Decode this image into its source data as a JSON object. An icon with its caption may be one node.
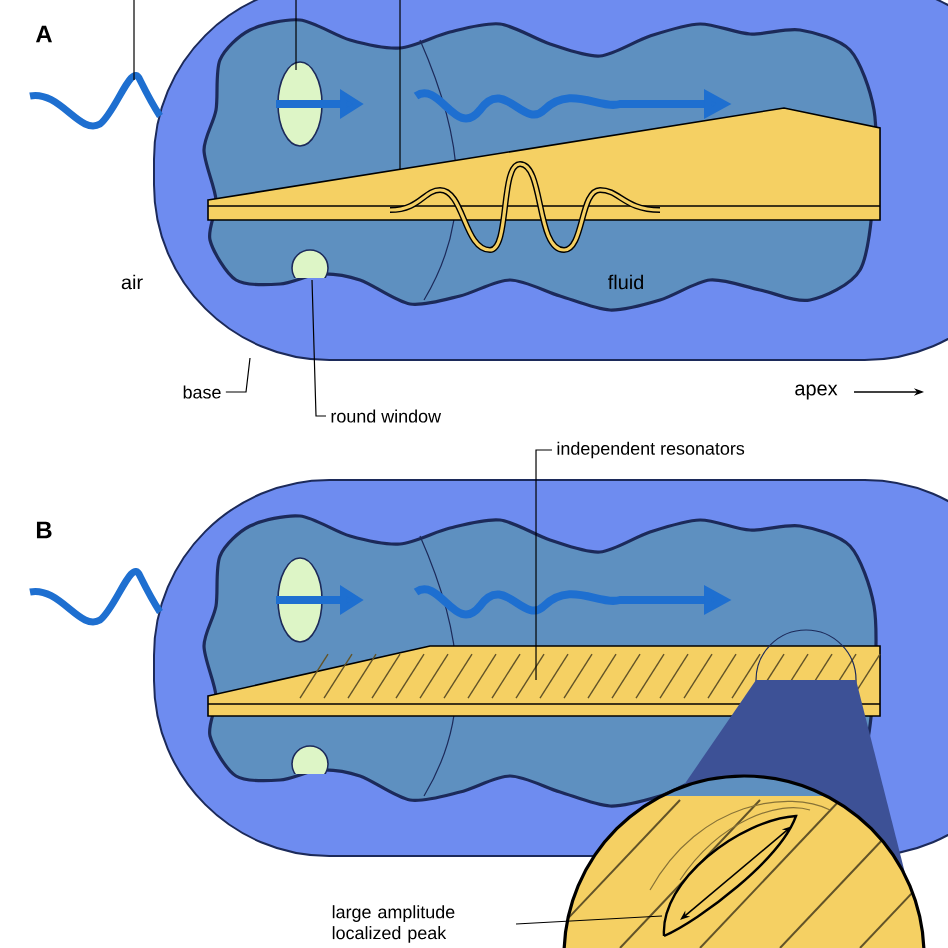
{
  "diagram": {
    "nodes": [
      {
        "text": [
          "base"
        ]
      },
      {
        "text": [
          "round window"
        ]
      },
      {
        "text": [
          "independent resonators"
        ]
      },
      {
        "text": [
          "large amplitude localized peak"
        ]
      }
    ],
    "edges": [
      {
        "from": 0,
        "to": null,
        "arrow": "none"
      },
      {
        "from": 1,
        "to": null,
        "arrow": "none"
      },
      {
        "from": 2,
        "to": null,
        "arrow": "none"
      },
      {
        "from": 3,
        "to": null,
        "arrow": "none"
      }
    ],
    "labels": [
      "A",
      "air",
      "fluid",
      "apex",
      "B"
    ]
  }
}
